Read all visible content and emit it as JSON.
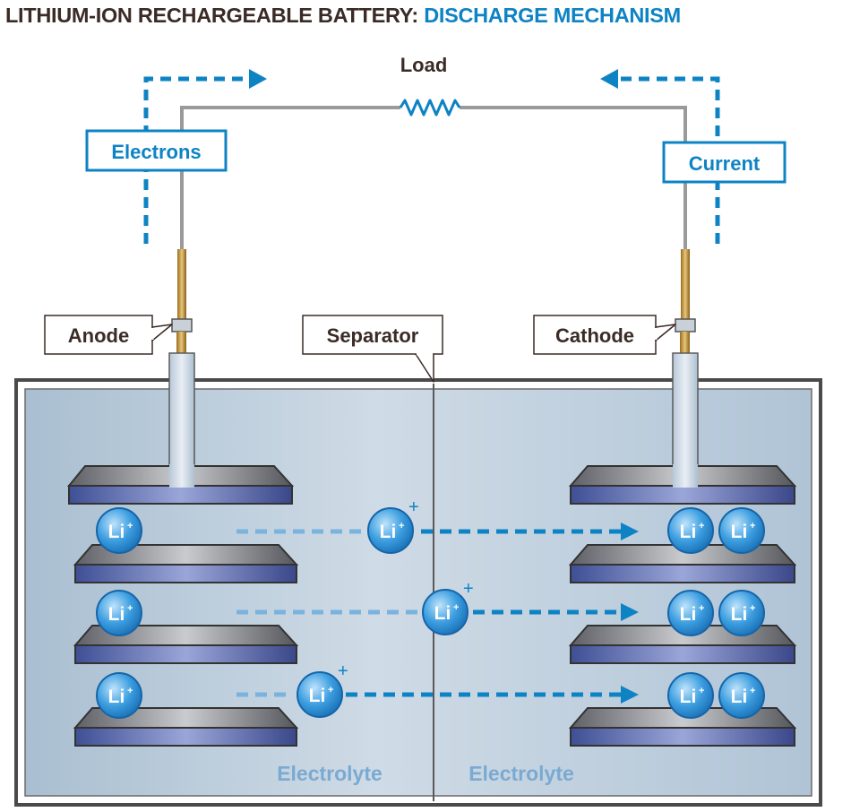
{
  "title": {
    "part1": "LITHIUM-ION RECHARGEABLE BATTERY:",
    "part2": "DISCHARGE MECHANISM"
  },
  "labels": {
    "load": "Load",
    "electrons": "Electrons",
    "current": "Current",
    "anode": "Anode",
    "separator": "Separator",
    "cathode": "Cathode",
    "electrolyte_left": "Electrolyte",
    "electrolyte_right": "Electrolyte",
    "ion_symbol": "Li",
    "ion_charge": "+"
  },
  "colors": {
    "title_dark": "#3a2b26",
    "accent_blue": "#0e83c4",
    "label_text": "#3a2b26",
    "electrolyte_text": "#7aaad2",
    "cell_fill": "#c3d3e0"
  },
  "icons": [
    "resistor-icon",
    "arrow-right-icon",
    "arrow-left-icon"
  ]
}
